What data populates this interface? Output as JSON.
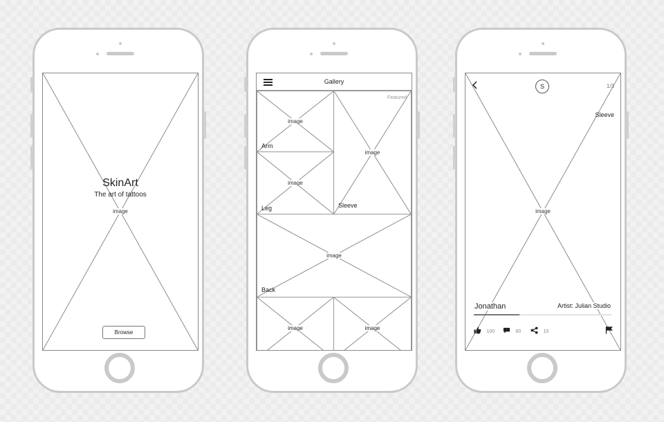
{
  "screen1": {
    "app_name": "SkinArt",
    "tagline": "The art of tattoos",
    "image_label": "image",
    "browse_label": "Browse"
  },
  "screen2": {
    "title": "Gallery",
    "menu_icon": "hamburger-icon",
    "featured_label": "Featured",
    "image_label": "image",
    "tiles": {
      "arm": "Arm",
      "leg": "Leg",
      "sleeve": "Sleeve",
      "back": "Back"
    }
  },
  "screen3": {
    "avatar_letter": "S",
    "page_indicator": "1/3",
    "category": "Sleeve",
    "image_label": "image",
    "user_name": "Jonathan",
    "artist": "Artist: Julian Studio",
    "progress": 0.33,
    "likes": "100",
    "comments": "60",
    "shares": "15",
    "icons": [
      "back-arrow-icon",
      "thumbs-up-icon",
      "comment-icon",
      "share-icon",
      "flag-icon"
    ]
  },
  "colors": {
    "wire": "#8a8a8a",
    "frame": "#c9c9c9",
    "text": "#222222"
  }
}
